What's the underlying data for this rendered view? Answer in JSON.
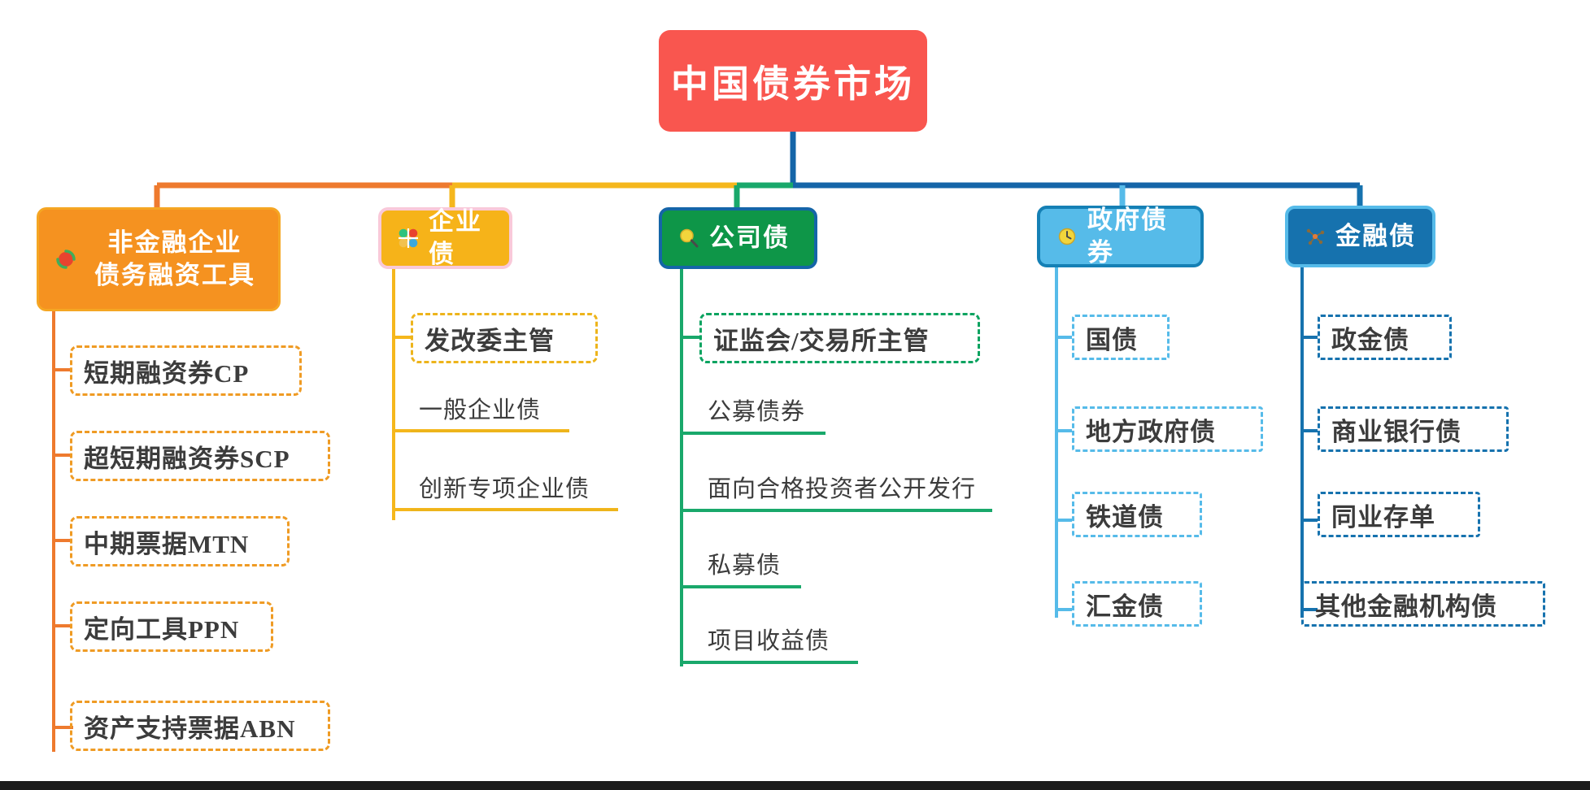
{
  "diagram": {
    "type": "mindmap",
    "title": "中国债券市场",
    "root": {
      "label": "中国债券市场",
      "color": "#f9564f",
      "text_color": "#ffffff"
    },
    "branches": [
      {
        "id": "non-financial-corporate",
        "label": "非金融企业\n债务融资工具",
        "icon": "recycle-icon",
        "fill": "#f59220",
        "border": "#f5a623",
        "line_color": "#ee7a2e",
        "leaf_style": "dashed-box",
        "leaf_border": "#ef9b24",
        "children": [
          {
            "label": "短期融资券CP"
          },
          {
            "label": "超短期融资券SCP"
          },
          {
            "label": "中期票据MTN"
          },
          {
            "label": "定向工具PPN"
          },
          {
            "label": "资产支持票据ABN"
          }
        ]
      },
      {
        "id": "enterprise-bond",
        "label": "企业债",
        "icon": "four-squares-icon",
        "fill": "#f6b319",
        "border": "#f9c9d9",
        "line_color": "#f5b71c",
        "leaf_style": "mixed",
        "leaf_border": "#edb41b",
        "children": [
          {
            "label": "发改委主管",
            "style": "dashed-box"
          },
          {
            "label": "一般企业债",
            "style": "underline"
          },
          {
            "label": "创新专项企业债",
            "style": "underline"
          }
        ]
      },
      {
        "id": "company-bond",
        "label": "公司债",
        "icon": "magnifier-icon",
        "fill": "#0e9648",
        "border": "#1565a8",
        "line_color": "#19a86b",
        "leaf_style": "mixed",
        "leaf_border": "#0ba360",
        "children": [
          {
            "label": "证监会/交易所主管",
            "style": "dashed-box"
          },
          {
            "label": "公募债券",
            "style": "underline"
          },
          {
            "label": "面向合格投资者公开发行",
            "style": "underline"
          },
          {
            "label": "私募债",
            "style": "underline"
          },
          {
            "label": "项目收益债",
            "style": "underline"
          }
        ]
      },
      {
        "id": "government-bond",
        "label": "政府债券",
        "icon": "clock-icon",
        "fill": "#56bbe9",
        "border": "#1580b5",
        "line_color": "#56bbe9",
        "leaf_style": "dashed-box",
        "leaf_border": "#56bbe9",
        "children": [
          {
            "label": "国债"
          },
          {
            "label": "地方政府债"
          },
          {
            "label": "铁道债"
          },
          {
            "label": "汇金债"
          }
        ]
      },
      {
        "id": "financial-bond",
        "label": "金融债",
        "icon": "network-icon",
        "fill": "#1672ae",
        "border": "#56bbe9",
        "line_color": "#1672ae",
        "leaf_style": "dashed-box",
        "leaf_border": "#1672ae",
        "children": [
          {
            "label": "政金债"
          },
          {
            "label": "商业银行债"
          },
          {
            "label": "同业存单"
          },
          {
            "label": "其他金融机构债"
          }
        ]
      }
    ]
  }
}
